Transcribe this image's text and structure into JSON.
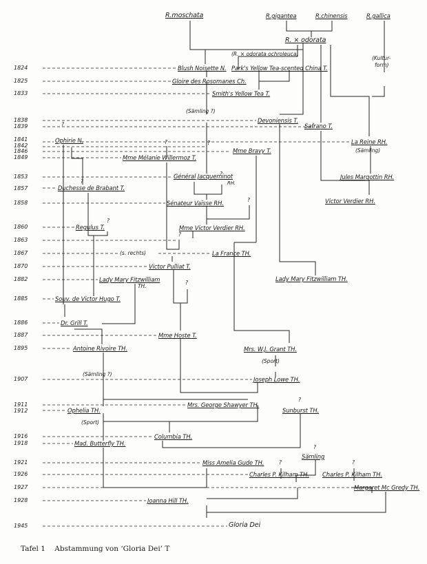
{
  "caption": {
    "label": "Tafel 1",
    "text": "Abstammung von ‘Gloria Dei’ T"
  },
  "years": [
    "1824",
    "1825",
    "1833",
    "1838",
    "1839",
    "1841",
    "1842",
    "1846",
    "1849",
    "1853",
    "1857",
    "1858",
    "1860",
    "1863",
    "1867",
    "1870",
    "1882",
    "1885",
    "1886",
    "1887",
    "1895",
    "1907",
    "1911",
    "1912",
    "1916",
    "1918",
    "1921",
    "1926",
    "1927",
    "1928",
    "1945"
  ],
  "nodes": {
    "moschata": "R.moschata",
    "gigantea": "R.gigantea",
    "chinensis": "R.chinensis",
    "gallica": "R.gallica",
    "odorata": "R. × odorata",
    "blush": "Blush Noisette N.",
    "parks": "Park's Yellow Tea-scented China T.",
    "gloire": "Gloire des Rosomanes Ch.",
    "smith": "Smith's Yellow Tea T.",
    "devon": "Devoniensis T.",
    "safrano": "Safrano T.",
    "ophirie": "Ophirie N.",
    "reine": "La Reine RH.",
    "bravy": "Mme Bravy T.",
    "melanie": "Mme Mélanie Willermoz T.",
    "jules": "Jules Margottin RH.",
    "jacq": "Général Jacqueminot",
    "jacq_suffix": "RH.",
    "brabant": "Duchesse de Brabant T.",
    "vaisse": "Sénateur Vaïsse RH.",
    "vverdier": "Victor Verdier RH.",
    "regulus": "Regulus T.",
    "mvverdier": "Mme Victor Verdier RH.",
    "lafrance": "La France TH.",
    "pulliat": "Victor Pulliat T.",
    "lmf1": "Lady Mary Fitzwilliam",
    "lmf1_suffix": "TH.",
    "lmf2": "Lady Mary Fitzwilliam TH.",
    "hugo": "Souv. de Victor Hugo T.",
    "grill": "Dr. Grill T.",
    "hoste": "Mme Hoste T.",
    "rivoire": "Antoine Rivoire TH.",
    "grant": "Mrs. W.J. Grant TH.",
    "lowe": "Joseph Lowe TH.",
    "shawyer": "Mrs. George Shawyer TH.",
    "ophelia": "Ophelia TH.",
    "sunburst": "Sunburst TH.",
    "columbia": "Columbia TH.",
    "butterfly": "Mad. Butterfly TH.",
    "gude": "Miss Amelia Gude TH.",
    "samling": "Sämling",
    "kilham1": "Charles P. Kilham TH.",
    "kilham2": "Charles P. Kilham TH.",
    "mcgredy": "Margaret Mc Gredy TH.",
    "hill": "Joanna Hill TH.",
    "gloria": "Gloria Dei"
  },
  "notes": {
    "ochroleuca": "(R. × odorata ochroleuca)",
    "kultur1": "(Kultur-",
    "kultur2": "form)",
    "samling_q1": "(Sämling ?)",
    "samling_q2": "(Sämling)",
    "srechts": "(s. rechts)",
    "sport1": "(Sport)",
    "samling_q3": "(Sämling ?)",
    "sport2": "(Sport)"
  },
  "unknown_parent": "?"
}
